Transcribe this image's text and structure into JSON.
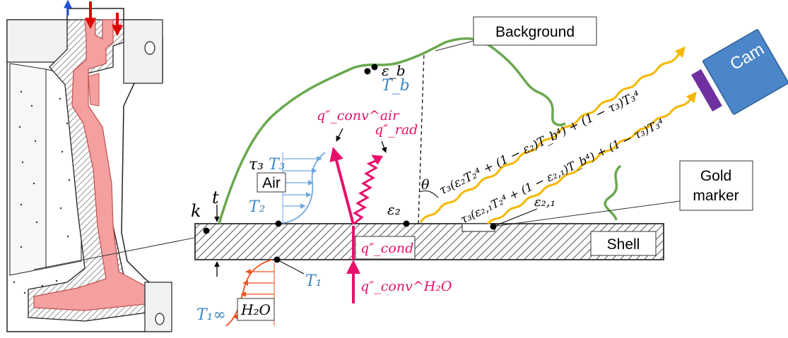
{
  "colors": {
    "green": "#6aa84f",
    "blue": "#3d85c6",
    "light_blue": "#6fa8dc",
    "red": "#e8106a",
    "orange": "#f4511e",
    "yellow": "#f5b800",
    "cam_blue": "#4a86c8",
    "cam_purple": "#7030a0",
    "pink": "#f4a0a0",
    "dark_red": "#c00000"
  },
  "labels": {
    "background": "Background",
    "cam": "Cam",
    "gold_marker_line1": "Gold",
    "gold_marker_line2": "marker",
    "shell": "Shell",
    "air": "Air",
    "h2o": "H₂O",
    "k": "k",
    "t": "t",
    "tau3": "τ₃",
    "T3": "T₃",
    "T2": "T₂",
    "T1": "T₁",
    "T1inf": "T₁∞",
    "Tb": "T_b",
    "eps_b": "ε_b",
    "eps2": "ε₂",
    "eps21": "ε₂,₁",
    "theta": "θ",
    "q_conv_air": "q″_conv^air",
    "q_rad": "q″_rad",
    "q_cond": "q″_cond",
    "q_conv_h2o": "q″_conv^H₂O",
    "eq_upper": "τ₃(ε₂T₂⁴ + (1 − ε₂)T_b⁴) + (1 − τ₃)T₃⁴",
    "eq_lower": "τ₃(ε₂,₁T₂⁴ + (1 − ε₂,₁)T_b⁴) + (1 − τ₃)T₃⁴"
  }
}
